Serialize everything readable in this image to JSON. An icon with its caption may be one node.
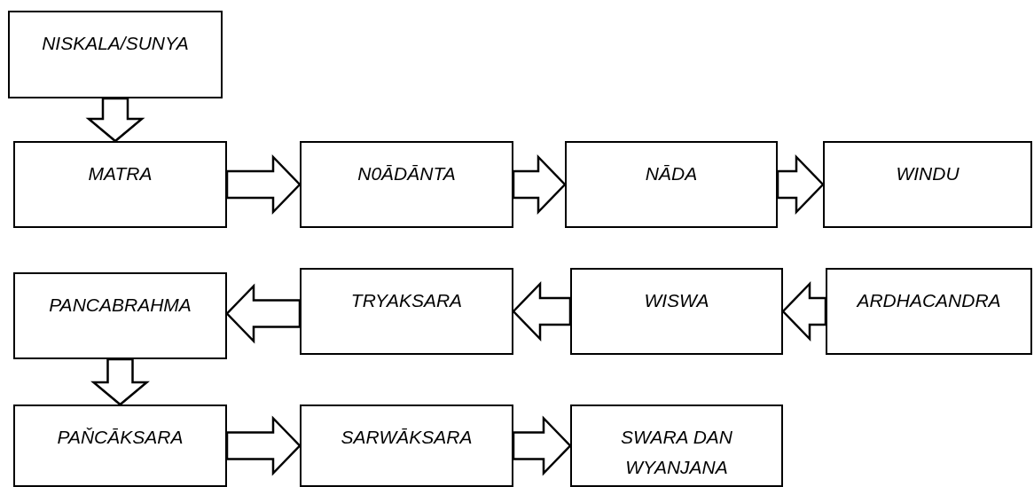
{
  "diagram": {
    "nodes": [
      {
        "text": [
          "NISKALA/SUNYA"
        ]
      },
      {
        "text": [
          "MATRA"
        ]
      },
      {
        "text": [
          "N0ĀDĀNTA"
        ]
      },
      {
        "text": [
          "NĀDA"
        ]
      },
      {
        "text": [
          "WINDU"
        ]
      },
      {
        "text": [
          "PANCABRAHMA"
        ]
      },
      {
        "text": [
          "TRYAKSARA"
        ]
      },
      {
        "text": [
          "WISWA"
        ]
      },
      {
        "text": [
          "ARDHACANDRA"
        ]
      },
      {
        "text": [
          "PAŇCĀKSARA"
        ]
      },
      {
        "text": [
          "SARWĀKSARA"
        ]
      },
      {
        "text": [
          "SWARA DAN WYANJANA"
        ]
      }
    ],
    "edges": [
      {
        "from": 0,
        "to": 1,
        "arrow": "to"
      },
      {
        "from": 1,
        "to": 2,
        "arrow": "to"
      },
      {
        "from": 2,
        "to": 3,
        "arrow": "to"
      },
      {
        "from": 3,
        "to": 4,
        "arrow": "to"
      },
      {
        "from": 8,
        "to": 7,
        "arrow": "to"
      },
      {
        "from": 7,
        "to": 6,
        "arrow": "to"
      },
      {
        "from": 6,
        "to": 5,
        "arrow": "to"
      },
      {
        "from": 5,
        "to": 9,
        "arrow": "to"
      },
      {
        "from": 9,
        "to": 10,
        "arrow": "to"
      },
      {
        "from": 10,
        "to": 11,
        "arrow": "to"
      }
    ]
  }
}
